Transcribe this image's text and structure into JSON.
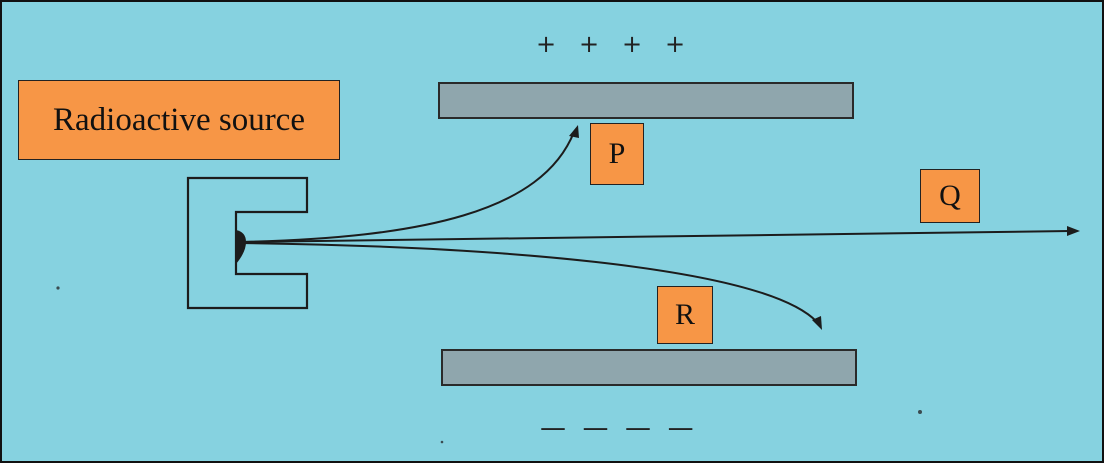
{
  "diagram": {
    "source_label": "Radioactive source",
    "plus_signs": "+   +   +   +",
    "minus_signs": "—  —  —  —",
    "rays": [
      {
        "label": "P",
        "direction": "curves-up-to-positive-plate"
      },
      {
        "label": "Q",
        "direction": "straight-undeflected"
      },
      {
        "label": "R",
        "direction": "curves-down-to-negative-plate"
      }
    ]
  },
  "colors": {
    "background": "#86d2e0",
    "label_fill": "#f79646",
    "plate_fill": "#8fa6ad",
    "ink": "#1c1c1c"
  }
}
